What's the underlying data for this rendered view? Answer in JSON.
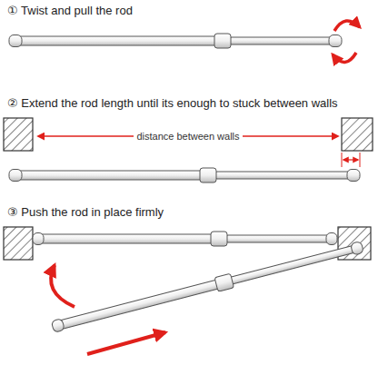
{
  "diagram": {
    "labels": [
      "① Twist and pull the rod",
      "② Extend the rod length until its enough to stuck between walls",
      "distance between walls",
      "③ Push the rod in place firmly"
    ]
  }
}
